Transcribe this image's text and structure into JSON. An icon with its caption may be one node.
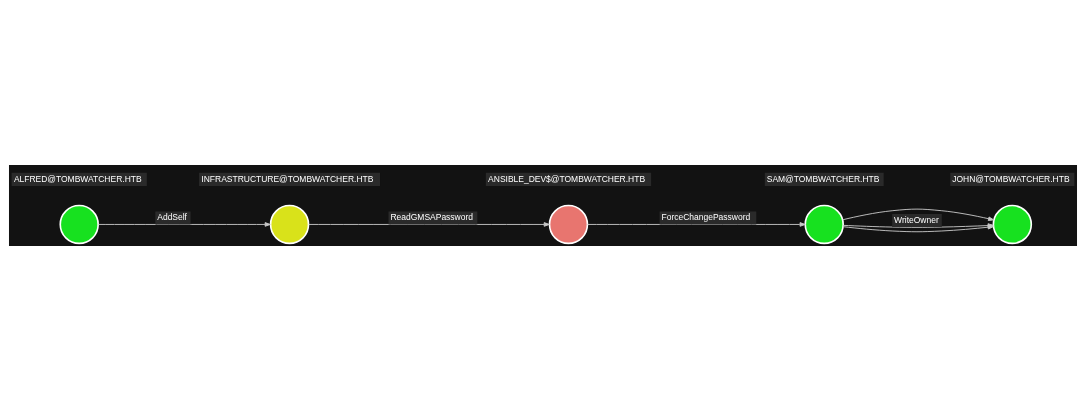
{
  "diagram": {
    "nodes": [
      {
        "text": [],
        "shape": "circle",
        "beside": [
          "ALFRED@TOMBWATCHER.HTB"
        ]
      },
      {
        "text": [],
        "shape": "circle",
        "beside": [
          "INFRASTRUCTURE@TOMBWATCHER.HTB"
        ]
      },
      {
        "text": [],
        "shape": "circle",
        "beside": [
          "ANSIBLE_DEV$@TOMBWATCHER.HTB"
        ]
      },
      {
        "text": [],
        "shape": "circle",
        "beside": [
          "SAM@TOMBWATCHER.HTB"
        ]
      },
      {
        "text": [],
        "shape": "circle",
        "beside": [
          "JOHN@TOMBWATCHER.HTB"
        ]
      }
    ],
    "edges": [
      {
        "from": 0,
        "to": 1,
        "arrow": "to",
        "label": "AddSelf"
      },
      {
        "from": 1,
        "to": 2,
        "arrow": "to",
        "label": "ReadGMSAPassword"
      },
      {
        "from": 2,
        "to": 3,
        "arrow": "to",
        "label": "ForceChangePassword"
      },
      {
        "from": 3,
        "to": 4,
        "arrow": "to"
      },
      {
        "from": 3,
        "to": 4,
        "arrow": "to",
        "label": "WriteOwner"
      },
      {
        "from": 3,
        "to": 4,
        "arrow": "to"
      }
    ]
  }
}
